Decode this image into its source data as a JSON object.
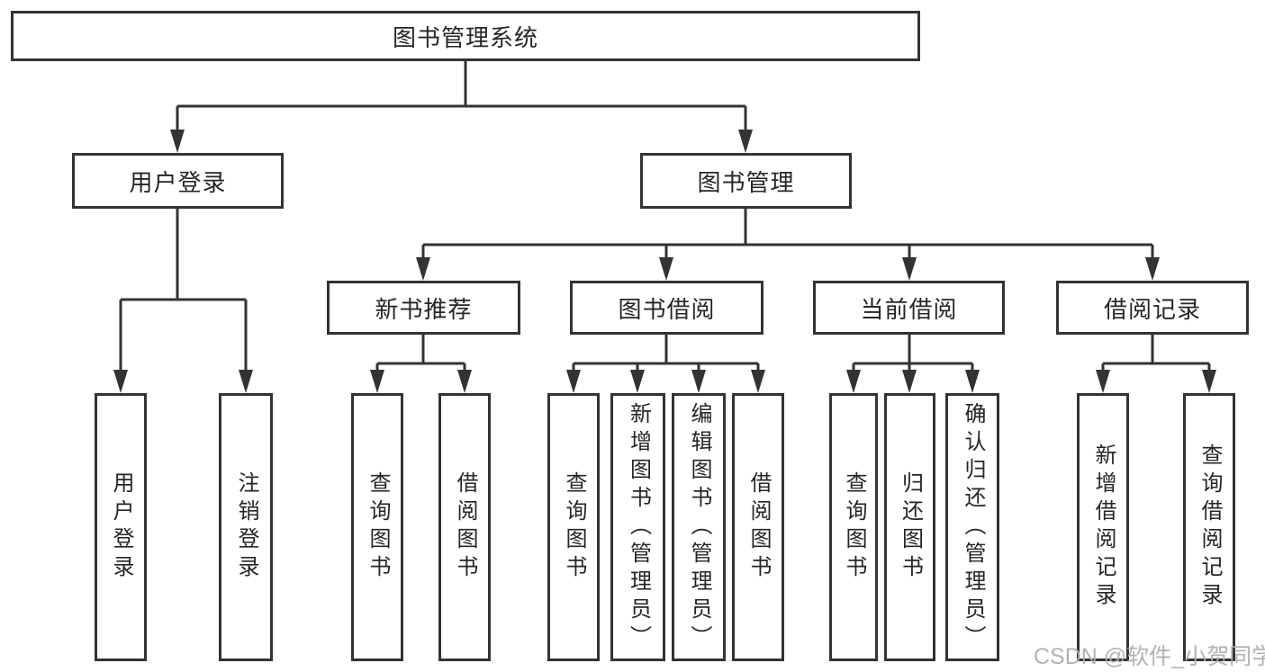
{
  "colors": {
    "line": "#333333",
    "text": "#262626",
    "background": "#ffffff",
    "watermark": "#acacac"
  },
  "nodes": {
    "root": {
      "label": "图书管理系统"
    },
    "user_login": {
      "label": "用户登录"
    },
    "book_mgmt": {
      "label": "图书管理"
    },
    "new_book_rec": {
      "label": "新书推荐"
    },
    "book_borrow": {
      "label": "图书借阅"
    },
    "current_borrow": {
      "label": "当前借阅"
    },
    "borrow_records": {
      "label": "借阅记录"
    },
    "leaf_user_login": {
      "label": "用户登录"
    },
    "leaf_logout": {
      "label": "注销登录"
    },
    "leaf_query_book_1": {
      "label": "查询图书"
    },
    "leaf_borrow_book_1": {
      "label": "借阅图书"
    },
    "leaf_query_book_2": {
      "label": "查询图书"
    },
    "leaf_add_book": {
      "label": "新增图书（管理员）"
    },
    "leaf_edit_book": {
      "label": "编辑图书（管理员）"
    },
    "leaf_borrow_book_2": {
      "label": "借阅图书"
    },
    "leaf_query_book_3": {
      "label": "查询图书"
    },
    "leaf_return_book": {
      "label": "归还图书"
    },
    "leaf_confirm_return": {
      "label": "确认归还（管理员）"
    },
    "leaf_add_record": {
      "label": "新增借阅记录"
    },
    "leaf_query_record": {
      "label": "查询借阅记录"
    }
  },
  "watermark": "CSDN @软件_小贺同学"
}
